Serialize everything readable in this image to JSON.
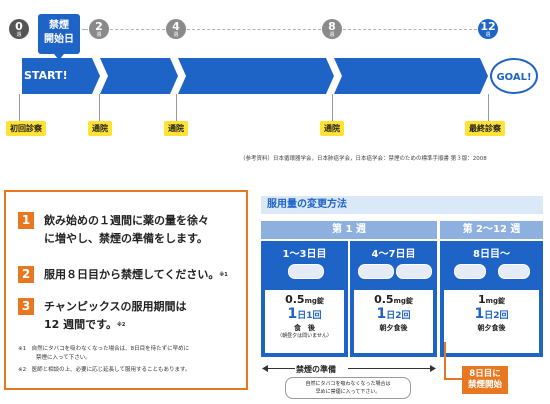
{
  "timeline": {
    "weeks": [
      {
        "num": "0",
        "unit": "週"
      },
      {
        "num": "2",
        "unit": "週"
      },
      {
        "num": "4",
        "unit": "週"
      },
      {
        "num": "8",
        "unit": "週"
      },
      {
        "num": "12",
        "unit": "週"
      }
    ],
    "quit_start_label_1": "禁煙",
    "quit_start_label_2": "開始日",
    "start_label": "START!",
    "goal_label": "GOAL!",
    "visits": [
      "初回診察",
      "通院",
      "通院",
      "通院",
      "最終診察"
    ],
    "reference": "（参考資料）日本循環器学会，日本肺癌学会，日本癌学会：禁煙のための標準手順書 第３版：2008"
  },
  "instructions": {
    "items": [
      {
        "num": "1",
        "line1": "飲み始めの１週間に薬の量を徐々",
        "line2": "に増やし、禁煙の準備をします。"
      },
      {
        "num": "2",
        "line1": "服用８日目から禁煙してください。",
        "sup": "※1"
      },
      {
        "num": "3",
        "line1": "チャンピックスの服用期間は",
        "line2": "12 週間です。",
        "sup": "※2"
      }
    ],
    "notes": [
      {
        "mark": "※1",
        "line1": "自然にタバコを吸わなくなった場合は、8日目を待たずに早めに",
        "line2": "禁煙に入って下さい。"
      },
      {
        "mark": "※2",
        "line1": "医師と相談の上、必要に応じ延長して服用することもあります。"
      }
    ]
  },
  "dosage": {
    "title": "服用量の変更方法",
    "week1_header": "第 1 週",
    "week2_header": "第 2～12 週",
    "columns": [
      {
        "period": "1～3日目",
        "dose": "0.5",
        "dose_unit": "mg錠",
        "freq_num": "1",
        "freq_label": "日1回",
        "meal": "食　後",
        "meal_note": "（朝昼夕は問いません）"
      },
      {
        "period": "4～7日目",
        "dose": "0.5",
        "dose_unit": "mg錠",
        "freq_num": "1",
        "freq_label": "日2回",
        "meal": "朝夕食後"
      },
      {
        "period": "8日目～",
        "dose": "1",
        "dose_unit": "mg錠",
        "freq_num": "1",
        "freq_label": "日2回",
        "meal": "朝夕食後"
      }
    ],
    "prep_label": "禁煙の準備",
    "prep_note_1": "自然にタバコを吸わなくなった場合は",
    "prep_note_2": "早めに禁煙に入って下さい。",
    "quit_tag_1": "8日目に",
    "quit_tag_2": "禁煙開始"
  },
  "colors": {
    "primary": "#1e63c6",
    "accent": "#e87722",
    "highlight": "#ffe234"
  }
}
